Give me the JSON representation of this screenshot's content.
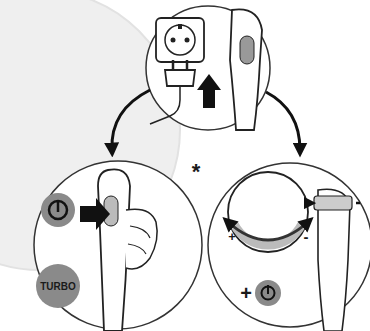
{
  "diagram": {
    "labels": [
      "*",
      "TURBO",
      "+",
      "-",
      "+"
    ]
  }
}
